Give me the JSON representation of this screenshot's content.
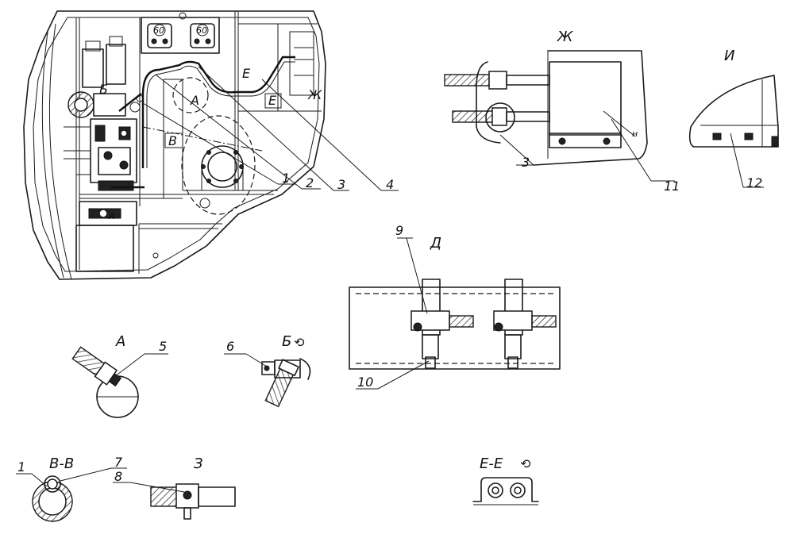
{
  "callouts": {
    "n1": "1",
    "n2": "2",
    "n3": "3",
    "n4": "4",
    "n5": "5",
    "n6": "6",
    "n7": "7",
    "n8": "8",
    "n9": "9",
    "n10": "10",
    "n11": "11",
    "n12": "12",
    "n1_bv": "1",
    "n3_zh": "3"
  },
  "views": {
    "A": "А",
    "B_rot": "Б",
    "V_V": "В-В",
    "Z": "З",
    "D": "Д",
    "ZH": "Ж",
    "I": "И",
    "E_E": "Е-Е"
  },
  "main_view_marks": {
    "A": "А",
    "B": "Б",
    "V": "В",
    "E": "Е",
    "ZH": "Ж",
    "gauge1": "60",
    "gauge2": "60"
  },
  "rotation_symbol": "⟲"
}
